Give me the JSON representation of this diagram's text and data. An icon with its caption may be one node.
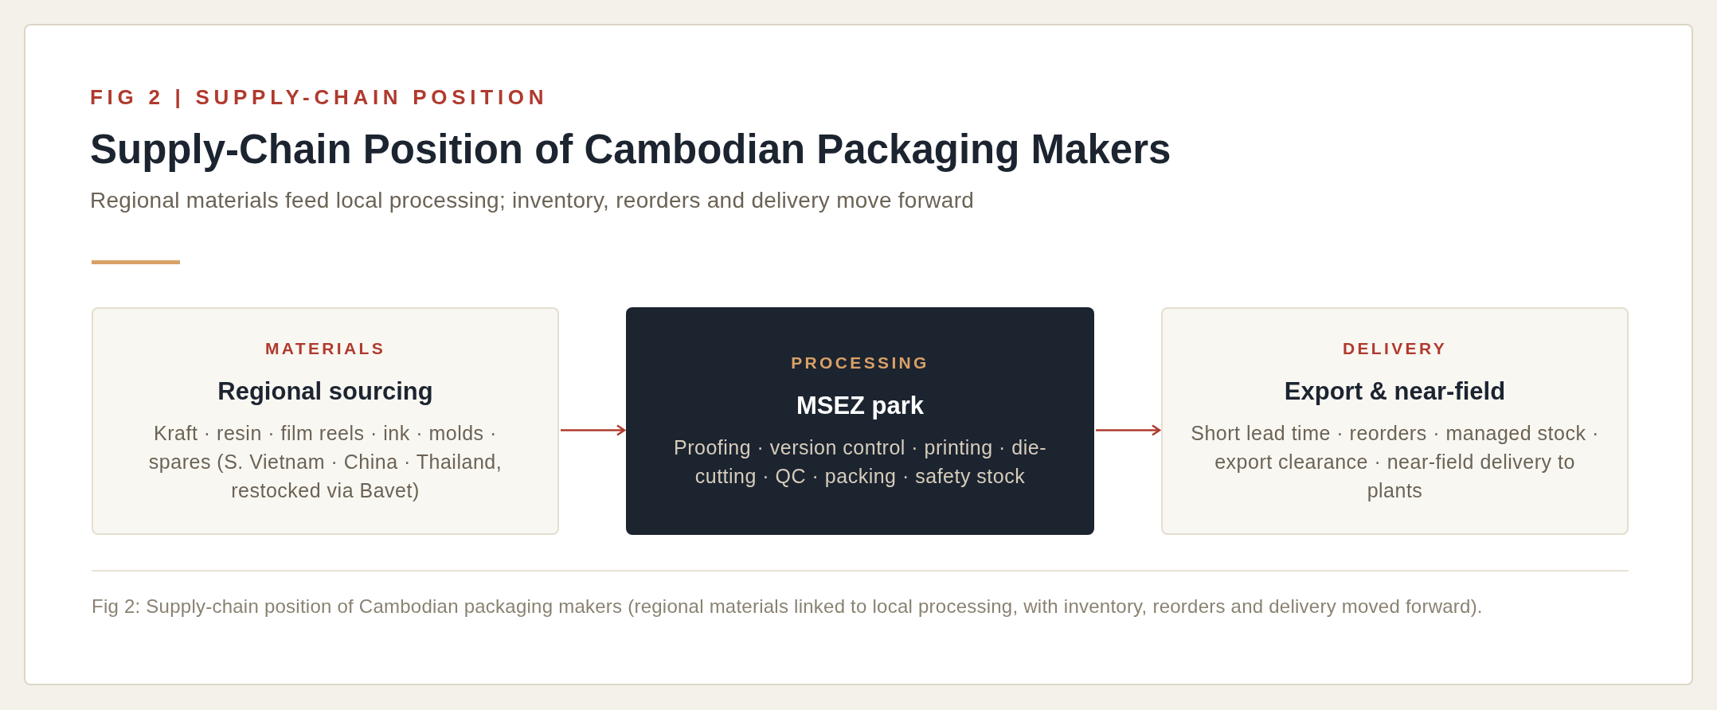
{
  "diagram": {
    "title": "Supply-Chain Position of Cambodian Packaging Makers",
    "caption": "Fig 2: Supply-chain position of Cambodian packaging makers (regional materials linked to local processing, with inventory, reorders and delivery moved forward).",
    "nodes": [
      {
        "text": [
          "MATERIALS",
          "Regional sourcing",
          "Kraft · resin · film reels · ink · molds · spares (S. Vietnam · China · Thailand, restocked via Bavet)"
        ]
      },
      {
        "text": [
          "PROCESSING",
          "MSEZ park",
          "Proofing · version control · printing · die-cutting · QC · packing · safety stock"
        ]
      },
      {
        "text": [
          "DELIVERY",
          "Export & near-field",
          "Short lead time · reorders · managed stock · export clearance · near-field delivery to plants"
        ]
      }
    ],
    "edges": [
      {
        "from": 0,
        "to": 1,
        "arrow": "to"
      },
      {
        "from": 1,
        "to": 2,
        "arrow": "to"
      }
    ],
    "labels": [
      "FIG 2 | SUPPLY-CHAIN POSITION",
      "Regional materials feed local processing; inventory, reorders and delivery move forward"
    ]
  }
}
